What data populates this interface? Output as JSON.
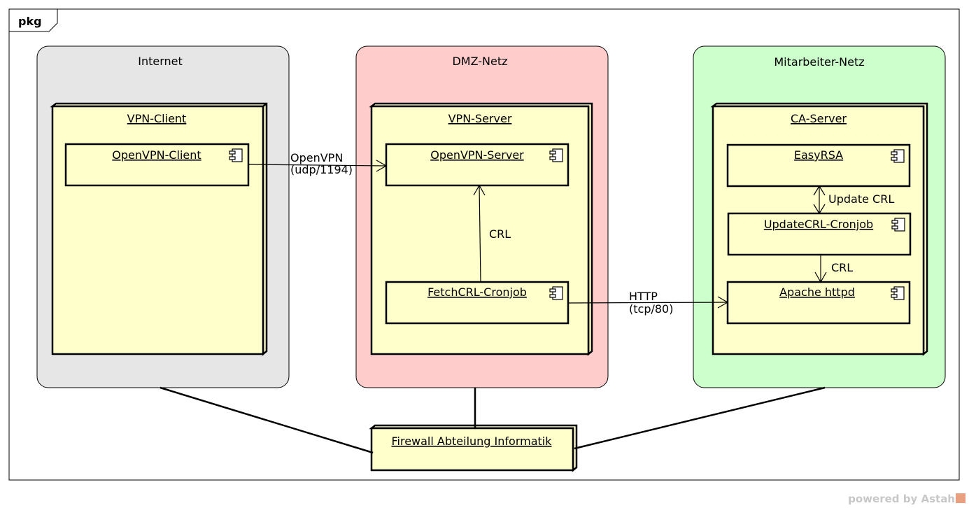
{
  "frame": {
    "label": "pkg"
  },
  "zones": [
    {
      "id": "internet",
      "title": "Internet",
      "color": "#e6e6e6"
    },
    {
      "id": "dmz",
      "title": "DMZ-Netz",
      "color": "#ffcccc"
    },
    {
      "id": "mitarbeiter",
      "title": "Mitarbeiter-Netz",
      "color": "#ccffcc"
    }
  ],
  "nodes": {
    "vpn_client": "VPN-Client",
    "vpn_server": "VPN-Server",
    "ca_server": "CA-Server",
    "firewall": "Firewall Abteilung Informatik"
  },
  "components": {
    "openvpn_client": "OpenVPN-Client",
    "openvpn_server": "OpenVPN-Server",
    "fetchcrl_cronjob": "FetchCRL-Cronjob",
    "easyrsa": "EasyRSA",
    "updatecrl_cronjob": "UpdateCRL-Cronjob",
    "apache_httpd": "Apache httpd"
  },
  "connectors": {
    "openvpn_line1": "OpenVPN",
    "openvpn_line2": "(udp/1194)",
    "crl_dmz": "CRL",
    "http_line1": "HTTP",
    "http_line2": "(tcp/80)",
    "update_crl": "Update CRL",
    "crl_ca": "CRL"
  },
  "colors": {
    "node_fill": "#ffffcc",
    "stroke": "#000000"
  },
  "watermark": {
    "text": "powered by Astah"
  }
}
